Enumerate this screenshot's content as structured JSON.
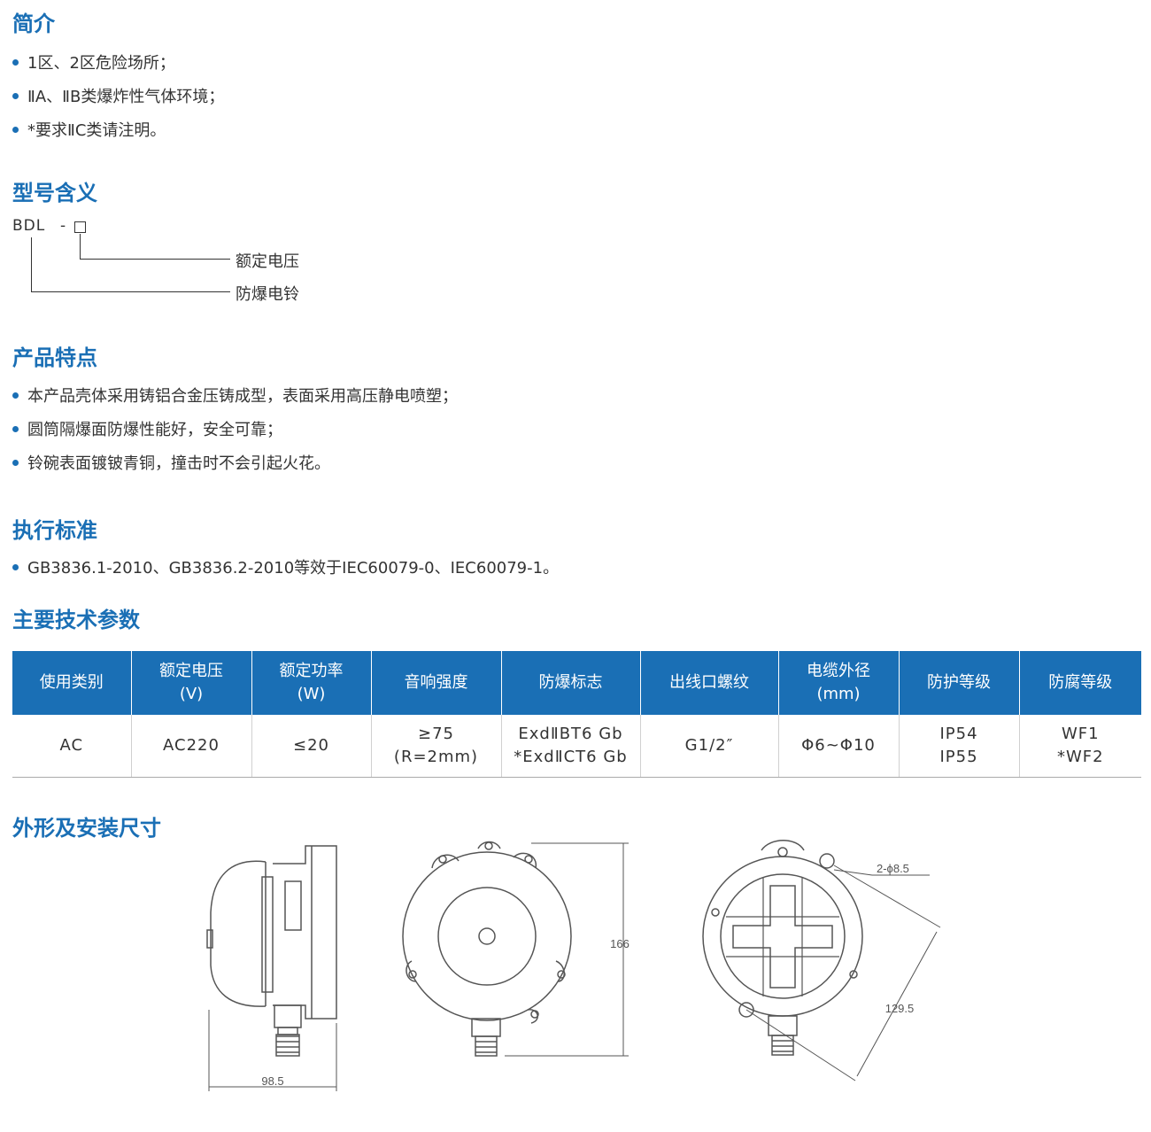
{
  "sections": {
    "intro": {
      "title": "简介",
      "items": [
        "1区、2区危险场所；",
        "ⅡA、ⅡB类爆炸性气体环境；",
        "*要求ⅡC类请注明。"
      ]
    },
    "model": {
      "title": "型号含义",
      "code": "BDL",
      "dash": "-",
      "label_voltage": "额定电压",
      "label_bell": "防爆电铃"
    },
    "features": {
      "title": "产品特点",
      "items": [
        "本产品壳体采用铸铝合金压铸成型，表面采用高压静电喷塑；",
        "圆筒隔爆面防爆性能好，安全可靠；",
        "铃碗表面镀铍青铜，撞击时不会引起火花。"
      ]
    },
    "standards": {
      "title": "执行标准",
      "items": [
        "GB3836.1-2010、GB3836.2-2010等效于IEC60079-0、IEC60079-1。"
      ]
    },
    "params": {
      "title": "主要技术参数",
      "headers": [
        {
          "name": "使用类别",
          "unit": ""
        },
        {
          "name": "额定电压",
          "unit": "(V)"
        },
        {
          "name": "额定功率",
          "unit": "(W)"
        },
        {
          "name": "音响强度",
          "unit": ""
        },
        {
          "name": "防爆标志",
          "unit": ""
        },
        {
          "name": "出线口螺纹",
          "unit": ""
        },
        {
          "name": "电缆外径",
          "unit": "(mm)"
        },
        {
          "name": "防护等级",
          "unit": ""
        },
        {
          "name": "防腐等级",
          "unit": ""
        }
      ],
      "row": [
        {
          "l1": "AC",
          "l2": ""
        },
        {
          "l1": "AC220",
          "l2": ""
        },
        {
          "l1": "≤20",
          "l2": ""
        },
        {
          "l1": "≥75",
          "l2": "(R=2mm)"
        },
        {
          "l1": "ExdⅡBT6 Gb",
          "l2": "*ExdⅡCT6 Gb"
        },
        {
          "l1": "G1/2″",
          "l2": ""
        },
        {
          "l1": "Φ6~Φ10",
          "l2": ""
        },
        {
          "l1": "IP54",
          "l2": "IP55"
        },
        {
          "l1": "WF1",
          "l2": "*WF2"
        }
      ]
    },
    "dimensions": {
      "title": "外形及安装尺寸",
      "width_label": "98.5",
      "height_label": "166",
      "hole_label": "2-ϕ8.5",
      "span_label": "129.5"
    }
  },
  "colors": {
    "accent": "#1a6fb5",
    "text": "#333333",
    "line": "#555555"
  }
}
